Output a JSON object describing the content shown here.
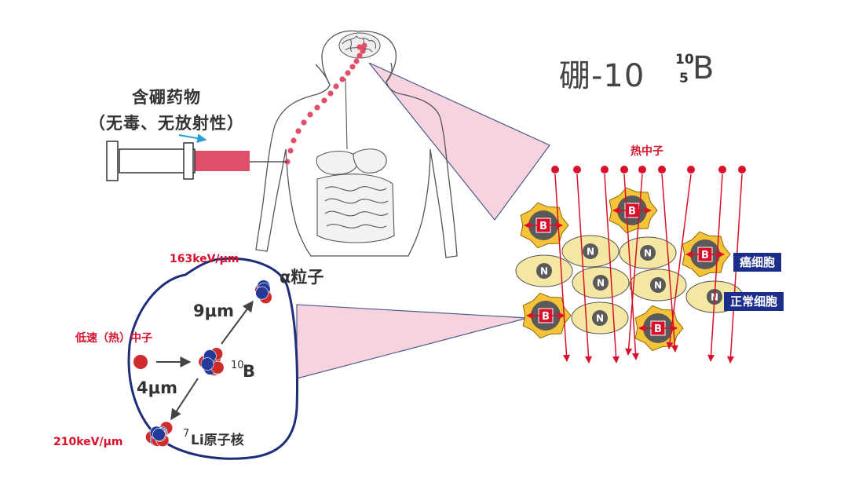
{
  "drug": {
    "line1": "含硼药物",
    "line2": "（无毒、无放射性）"
  },
  "isotope": {
    "name": "硼-10",
    "mass_number": "10",
    "atomic_number": "5",
    "symbol": "B"
  },
  "neutron_beam": {
    "label": "热中子"
  },
  "cells": {
    "cancer_label": "癌细胞",
    "normal_label": "正常细胞",
    "cancer_marker": "B",
    "normal_marker": "N"
  },
  "reaction": {
    "alpha_let": "163keV/μm",
    "alpha_label": "α粒子",
    "slow_neutron_label": "低速（热）中子",
    "alpha_range": "9μm",
    "li_range": "4μm",
    "boron_mass": "10",
    "boron_symbol": "B",
    "li_let": "210keV/μm",
    "li_mass": "7",
    "li_label": "Li原子核"
  },
  "colors": {
    "neutron": "#d8102b",
    "syringe_drug": "#e0506b",
    "wedge_fill": "#f7d3e0",
    "cancer_cell": "#f5c238",
    "normal_cell": "#f4e7a3",
    "nucleus": "#5a5a5a",
    "tag_bg": "#1b2f8a",
    "proton": "#cf2b2b",
    "neutron_particle": "#233a9a"
  }
}
